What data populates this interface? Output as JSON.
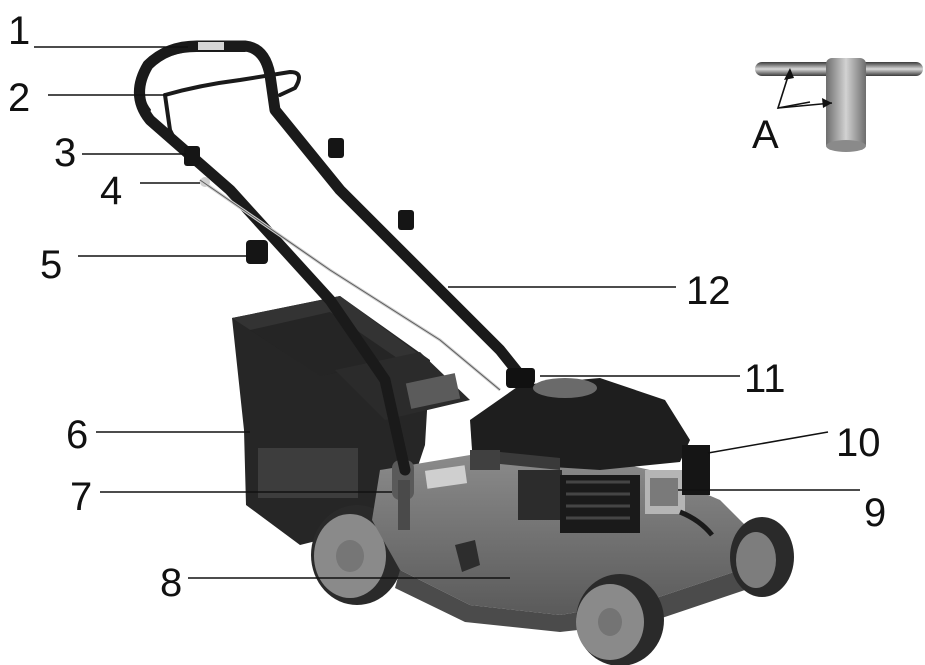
{
  "callouts": [
    {
      "id": "1",
      "label": "1"
    },
    {
      "id": "2",
      "label": "2"
    },
    {
      "id": "3",
      "label": "3"
    },
    {
      "id": "4",
      "label": "4"
    },
    {
      "id": "5",
      "label": "5"
    },
    {
      "id": "6",
      "label": "6"
    },
    {
      "id": "7",
      "label": "7"
    },
    {
      "id": "8",
      "label": "8"
    },
    {
      "id": "9",
      "label": "9"
    },
    {
      "id": "10",
      "label": "10"
    },
    {
      "id": "11",
      "label": "11"
    },
    {
      "id": "12",
      "label": "12"
    }
  ],
  "inset": {
    "label": "A"
  },
  "colors": {
    "ink": "#111111",
    "deck": "#6f6f6f",
    "bag": "#262626",
    "engine": "#1e1e1e",
    "wheel": "#8a8a8a",
    "tool": "#9a9a9a"
  }
}
